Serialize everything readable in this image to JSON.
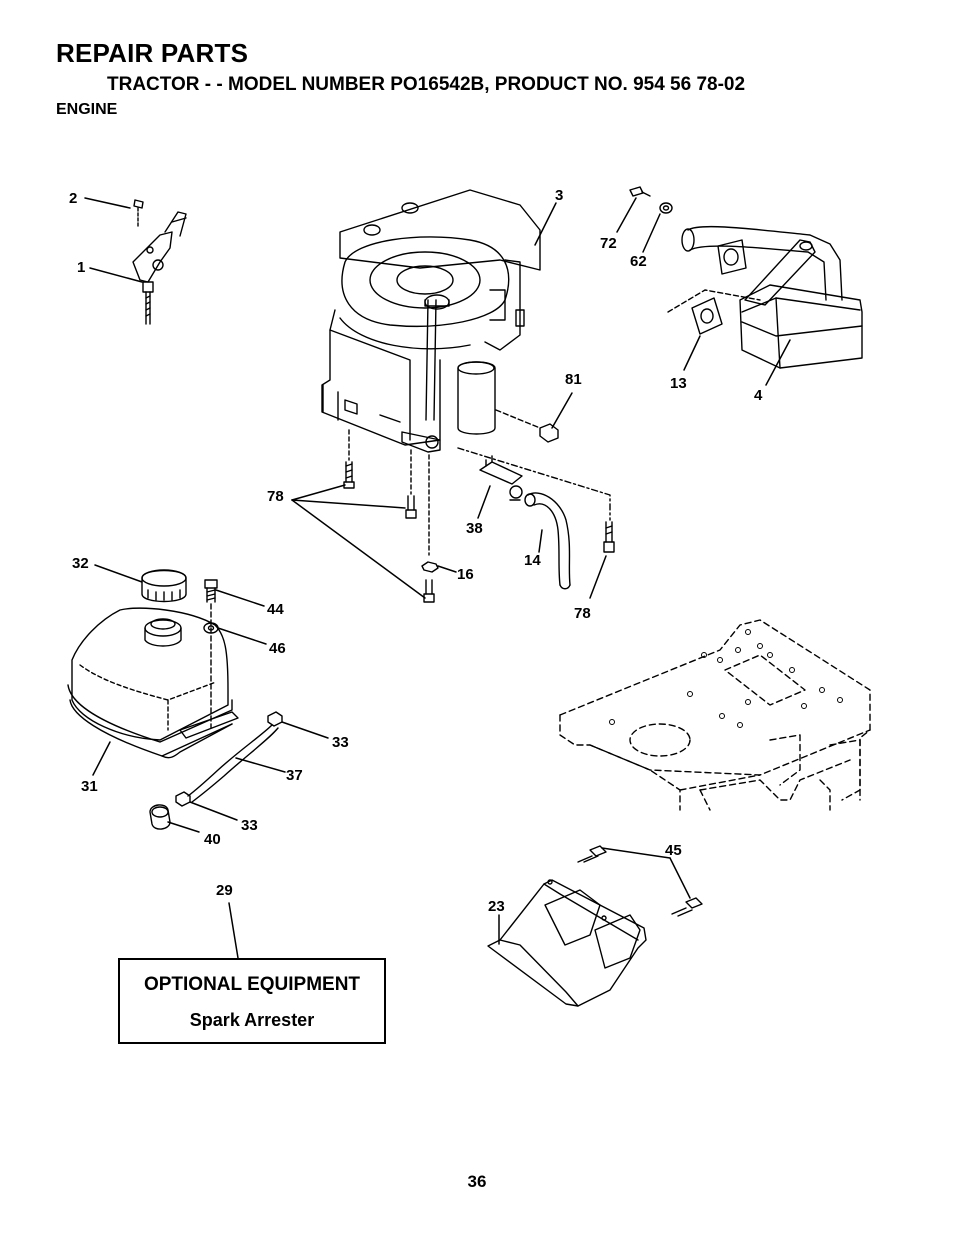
{
  "header": {
    "title": "REPAIR PARTS",
    "subtitle": "TRACTOR - - MODEL NUMBER PO16542B, PRODUCT NO. 954 56 78-02",
    "section": "ENGINE"
  },
  "callouts": [
    "2",
    "1",
    "3",
    "72",
    "62",
    "13",
    "4",
    "81",
    "78",
    "38",
    "14",
    "16",
    "78",
    "32",
    "44",
    "46",
    "31",
    "33",
    "37",
    "33",
    "40",
    "29",
    "45",
    "23"
  ],
  "optional_box": {
    "heading": "OPTIONAL EQUIPMENT",
    "item": "Spark Arrester"
  },
  "page_number": "36"
}
